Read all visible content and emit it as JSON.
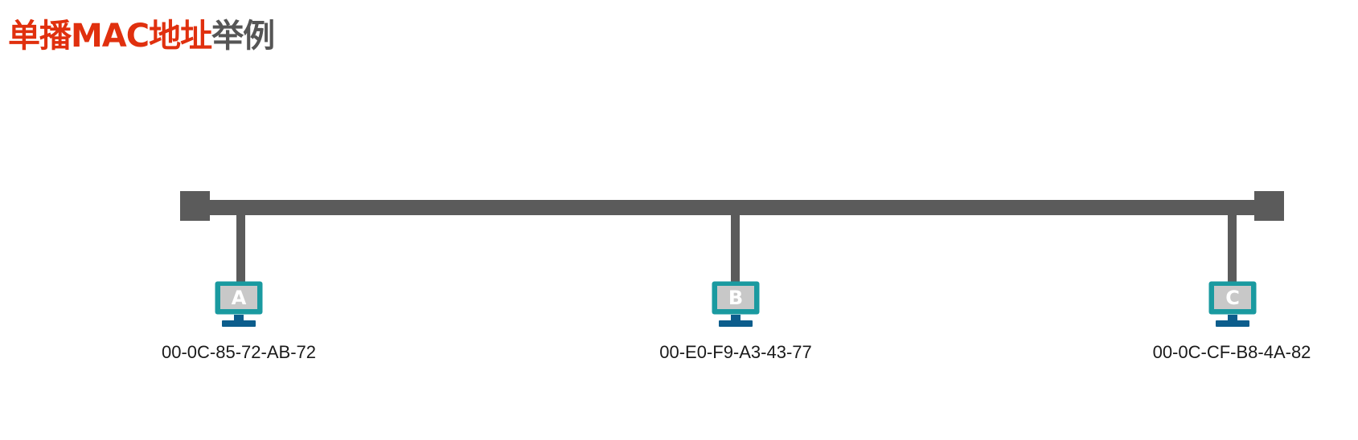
{
  "title": {
    "highlight": "单播MAC地址",
    "rest": "举例"
  },
  "colors": {
    "title_accent": "#e0300e",
    "title_rest": "#555555",
    "bus": "#5b5b5b",
    "monitor_frame": "#1a9aa0",
    "monitor_screen": "#c8c8c8",
    "monitor_stand": "#0c5d8c"
  },
  "network": {
    "hosts": [
      {
        "label": "A",
        "mac": "00-0C-85-72-AB-72",
        "icon": "computer-icon"
      },
      {
        "label": "B",
        "mac": "00-E0-F9-A3-43-77",
        "icon": "computer-icon"
      },
      {
        "label": "C",
        "mac": "00-0C-CF-B8-4A-82",
        "icon": "computer-icon"
      }
    ]
  }
}
